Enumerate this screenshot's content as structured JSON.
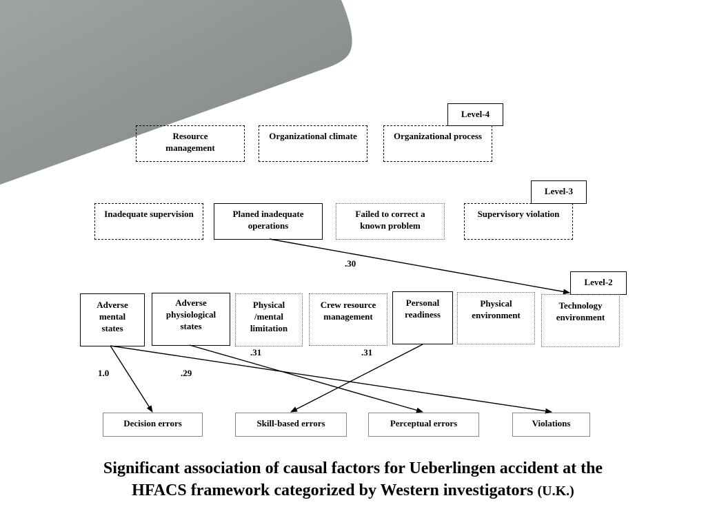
{
  "levels": {
    "level4": "Level-4",
    "level3": "Level-3",
    "level2": "Level-2"
  },
  "organizational": {
    "resource_management": "Resource management",
    "organizational_climate": "Organizational climate",
    "organizational_process": "Organizational process"
  },
  "supervision": {
    "inadequate_supervision": "Inadequate supervision",
    "planned_inadequate_operations": "Planed inadequate operations",
    "failed_to_correct": "Failed to correct a known problem",
    "supervisory_violation": "Supervisory violation"
  },
  "preconditions": {
    "adverse_mental_states": "Adverse mental states",
    "adverse_physiological_states": "Adverse physiological states",
    "physical_mental_limitation": "Physical /mental limitation",
    "crew_resource_management": "Crew resource management",
    "personal_readiness": "Personal readiness",
    "physical_environment": "Physical environment",
    "technology_environment": "Technology environment"
  },
  "acts": {
    "decision_errors": "Decision errors",
    "skill_based_errors": "Skill-based errors",
    "perceptual_errors": "Perceptual errors",
    "violations": "Violations"
  },
  "coefficients": {
    "planned_to_technology": ".30",
    "physical_limitation": ".31",
    "crew_resource": ".31",
    "mental_to_decision": "1.0",
    "physiological": ".29"
  },
  "caption": {
    "line1": "Significant association of causal factors for Ueberlingen accident at the",
    "line2": "HFACS framework categorized by Western investigators",
    "country": "(U.K.)"
  },
  "colors": {
    "decor_gray": "#8c9292"
  }
}
